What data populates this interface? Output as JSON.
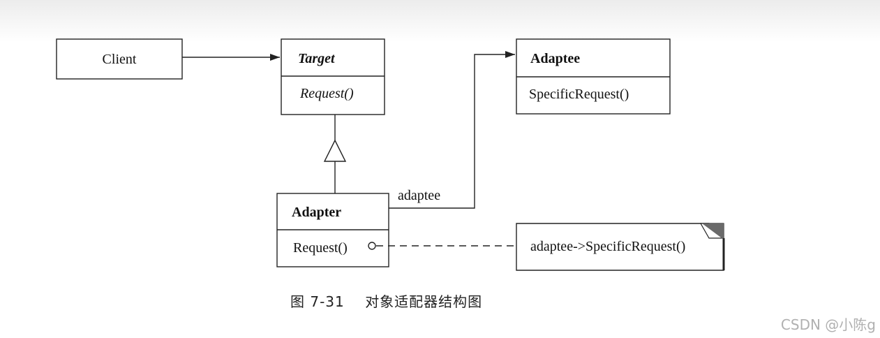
{
  "client": {
    "label": "Client"
  },
  "target": {
    "name": "Target",
    "operation": "Request()"
  },
  "adaptee": {
    "name": "Adaptee",
    "operation": "SpecificRequest()"
  },
  "adapter": {
    "name": "Adapter",
    "operation": "Request()"
  },
  "association_label": "adaptee",
  "note": {
    "text": "adaptee->SpecificRequest()"
  },
  "caption": {
    "figure": "图 7-31",
    "title": "对象适配器结构图"
  },
  "watermark": "CSDN @小陈g"
}
